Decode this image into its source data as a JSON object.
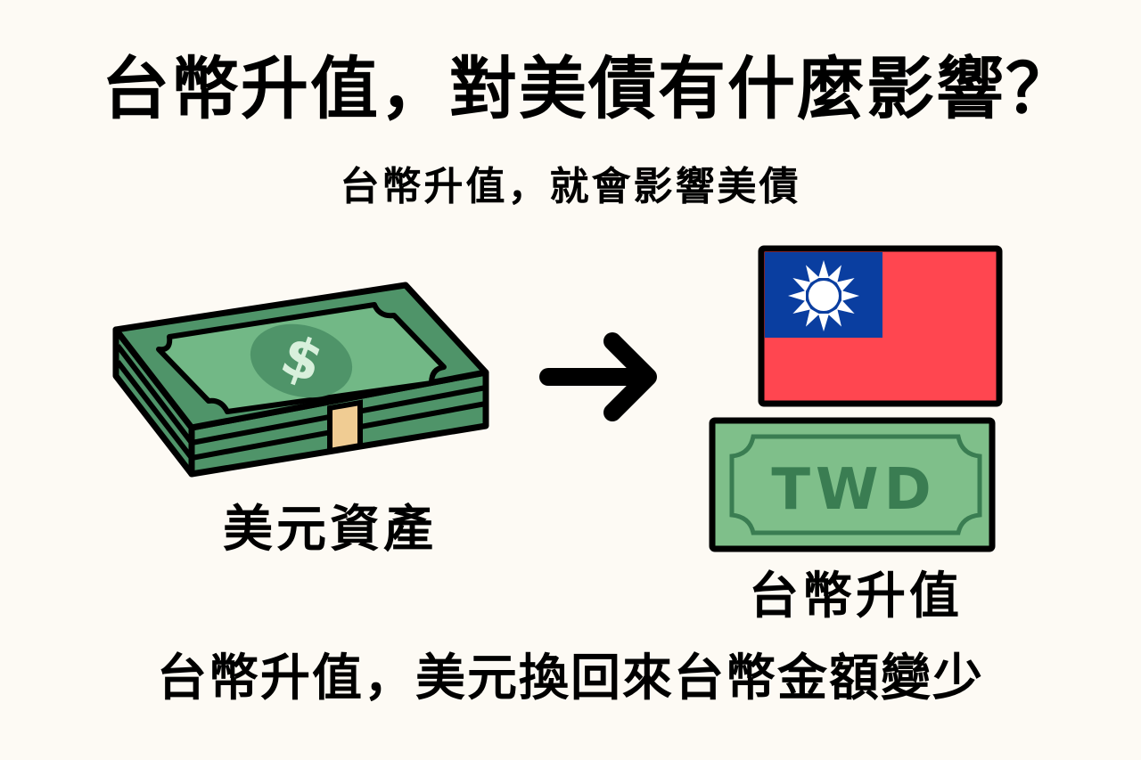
{
  "title": "台幣升值，對美債有什麼影響？",
  "subtitle": "台幣升值，就會影響美債",
  "left_panel": {
    "icon": "money-stack-icon",
    "symbol": "$",
    "label": "美元資產"
  },
  "arrow": {
    "icon": "arrow-right-icon"
  },
  "right_panel": {
    "flag_icon": "taiwan-flag-icon",
    "bill_icon": "twd-banknote-icon",
    "bill_text": "TWD",
    "label": "台幣升值"
  },
  "bottom_text": "台幣升值，美元換回來台幣金額變少",
  "colors": {
    "background": "#fdfaf4",
    "bill_green_light": "#72b886",
    "bill_green_mid": "#4f9469",
    "bill_green_dark": "#3d7e54",
    "band": "#f0cc93",
    "flag_blue": "#0a3ea0",
    "flag_red": "#ff4650",
    "twd_bill_bg": "#7fbf8a",
    "twd_text": "#3a7d52"
  }
}
